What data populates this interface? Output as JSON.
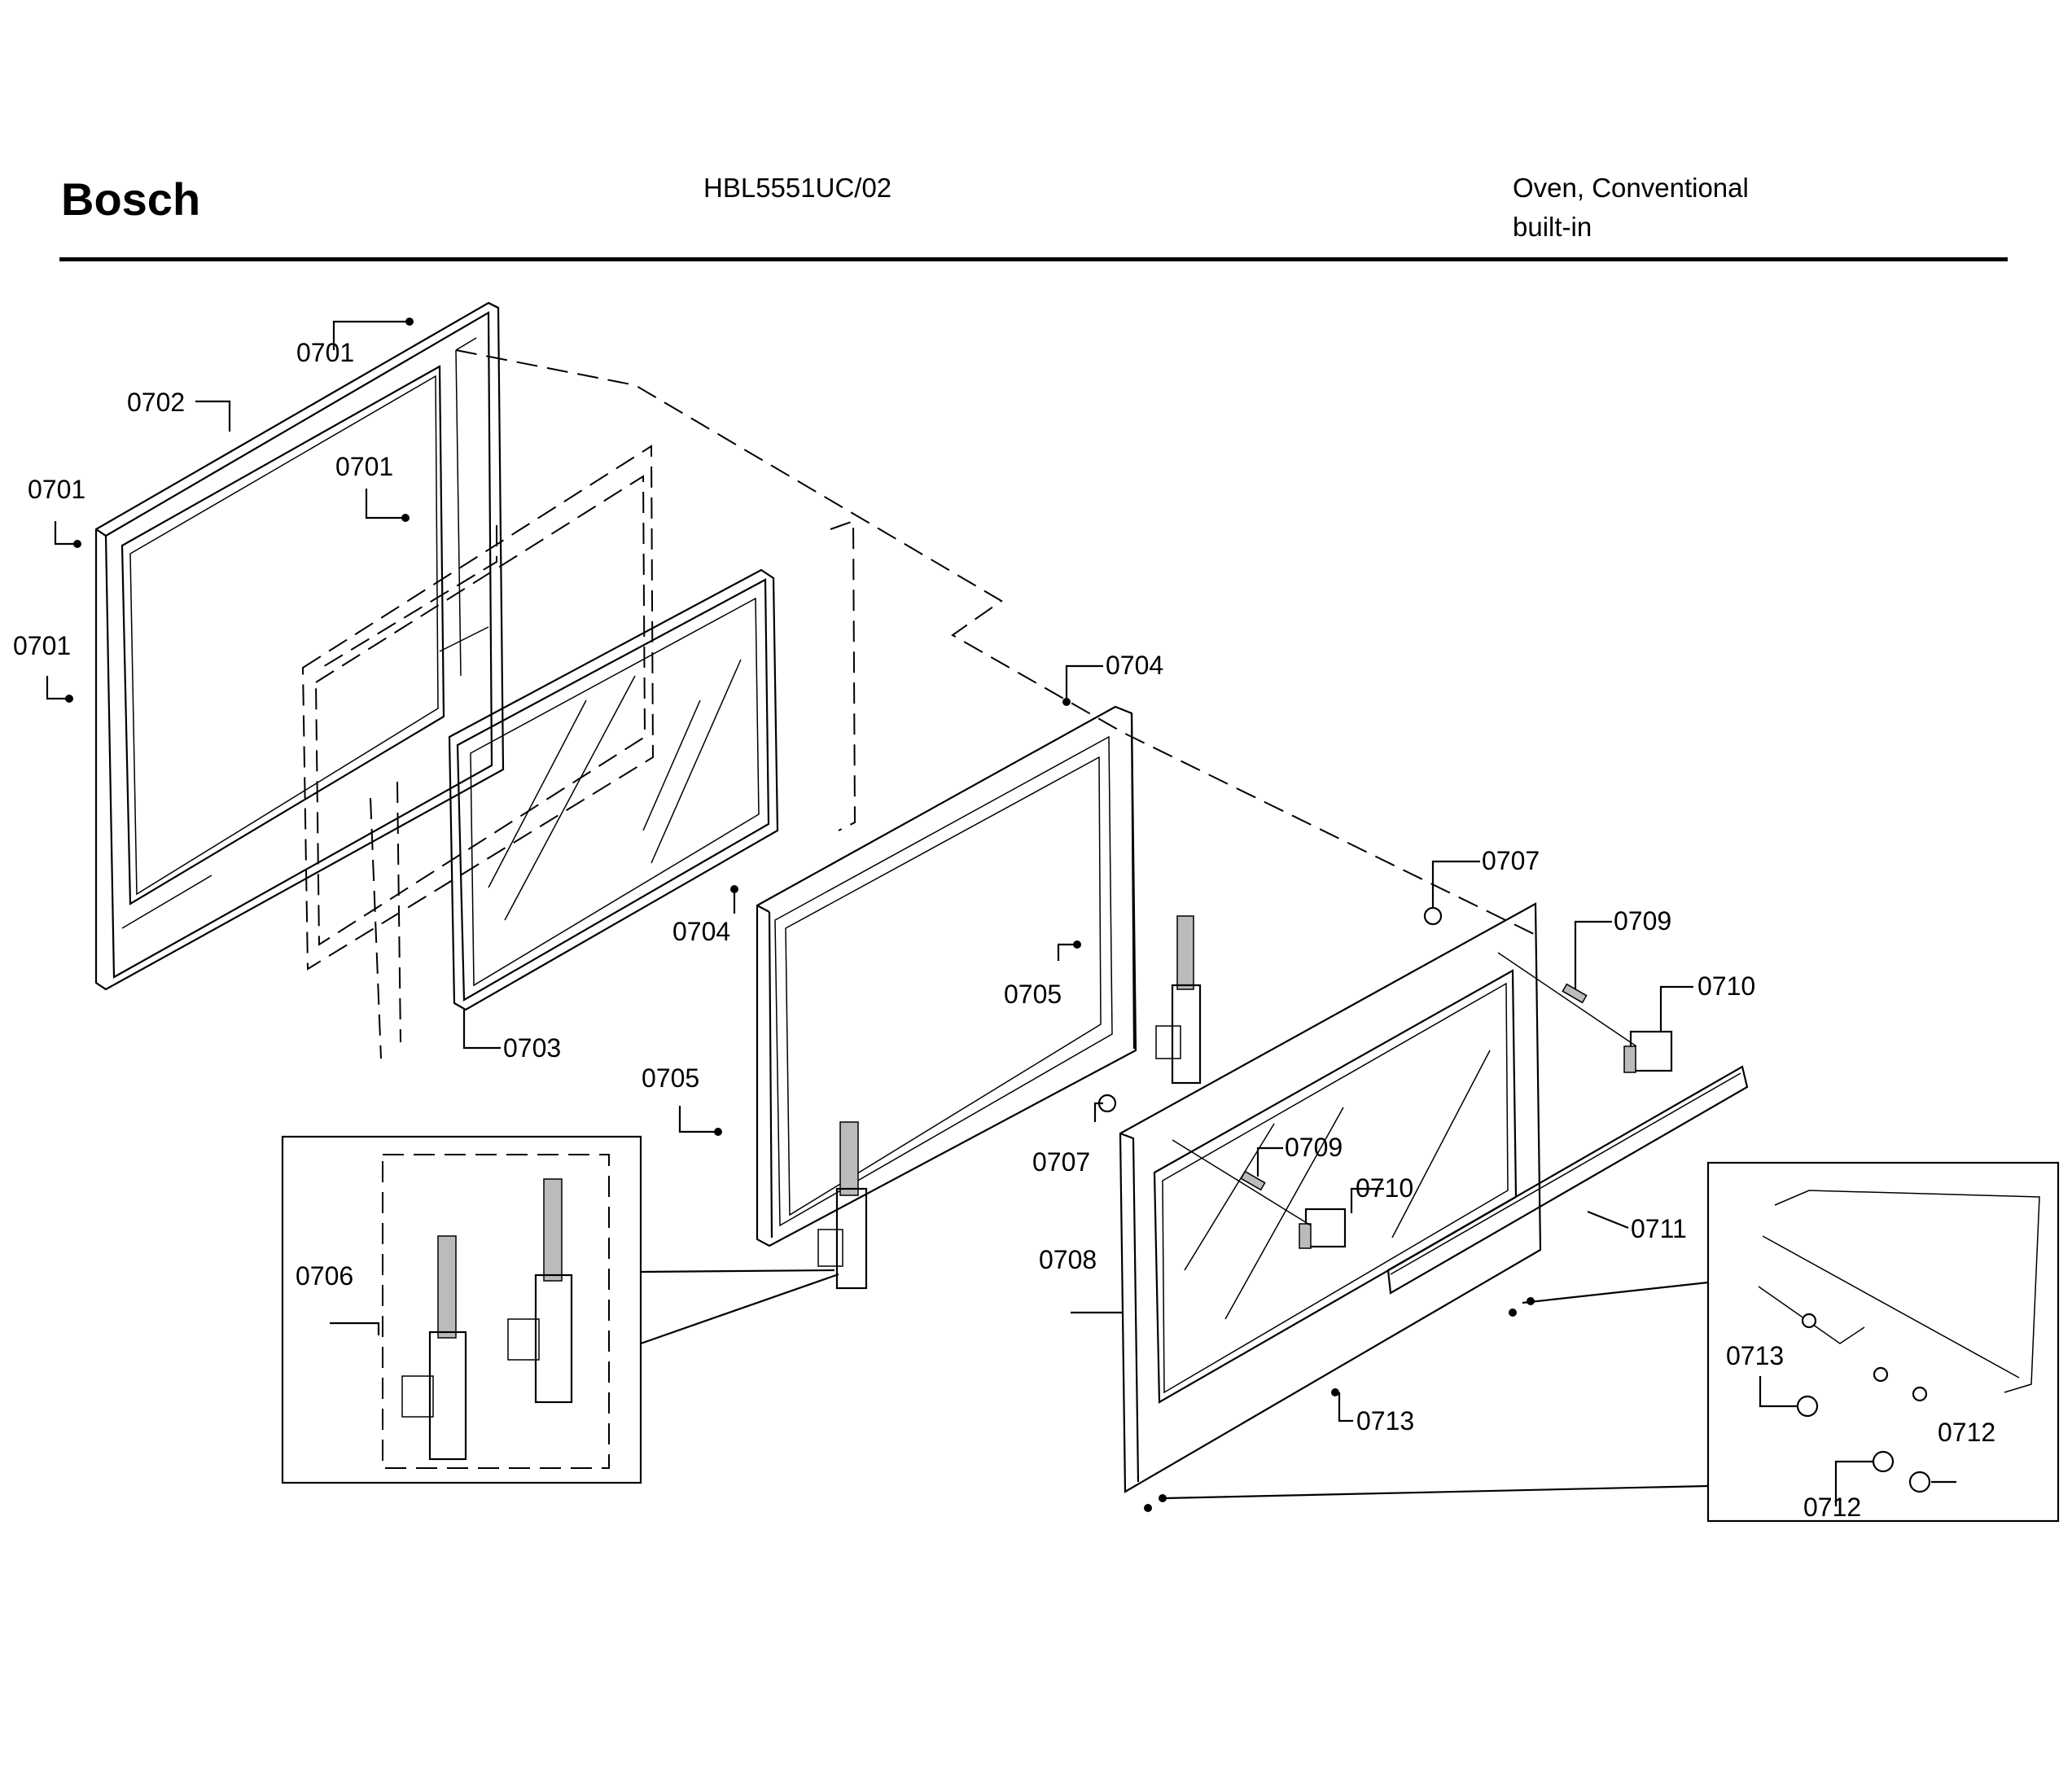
{
  "header": {
    "brand": "Bosch",
    "model": "HBL5551UC/02",
    "category_line1": "Oven, Conventional",
    "category_line2": "built-in"
  },
  "callouts": {
    "c0701a": "0701",
    "c0702": "0702",
    "c0701b": "0701",
    "c0701c": "0701",
    "c0701d": "0701",
    "c0704a": "0704",
    "c0704b": "0704",
    "c0703": "0703",
    "c0705a": "0705",
    "c0705b": "0705",
    "c0706": "0706",
    "c0707a": "0707",
    "c0707b": "0707",
    "c0708": "0708",
    "c0709a": "0709",
    "c0709b": "0709",
    "c0710a": "0710",
    "c0710b": "0710",
    "c0711": "0711",
    "c0712a": "0712",
    "c0712b": "0712",
    "c0713a": "0713",
    "c0713b": "0713"
  }
}
